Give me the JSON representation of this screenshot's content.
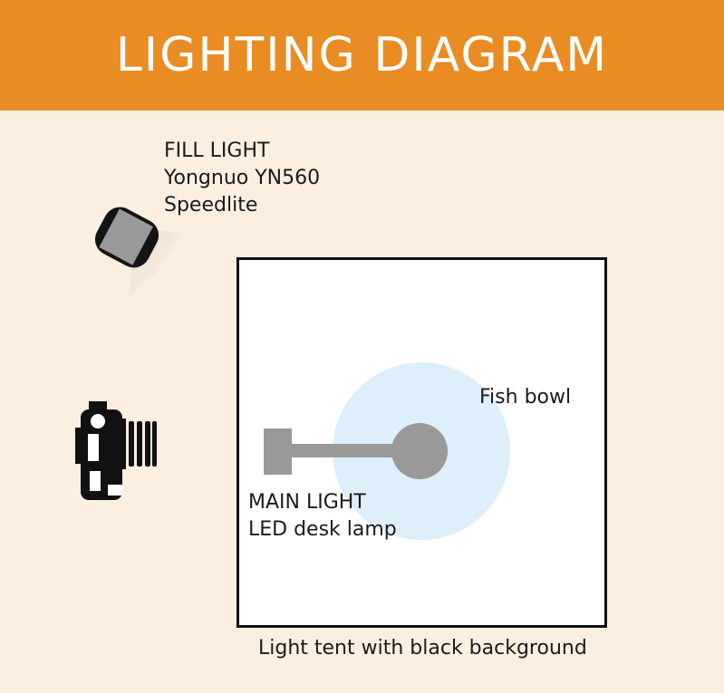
{
  "header": {
    "title": "LIGHTING DIAGRAM"
  },
  "fill_light": {
    "lines": [
      "FILL LIGHT",
      "Yongnuo YN560",
      "Speedlite"
    ],
    "icon": "speedlite-icon"
  },
  "main_light": {
    "lines": [
      "MAIN LIGHT",
      "LED desk lamp"
    ],
    "icon": "desk-lamp-icon"
  },
  "fish_bowl": {
    "label": "Fish bowl"
  },
  "light_tent": {
    "label": "Light tent with black background"
  },
  "camera": {
    "icon": "camera-icon"
  },
  "colors": {
    "header": "#e98c23",
    "background": "#fdefe0",
    "bowl": "#dceffa",
    "lamp": "#999999"
  }
}
